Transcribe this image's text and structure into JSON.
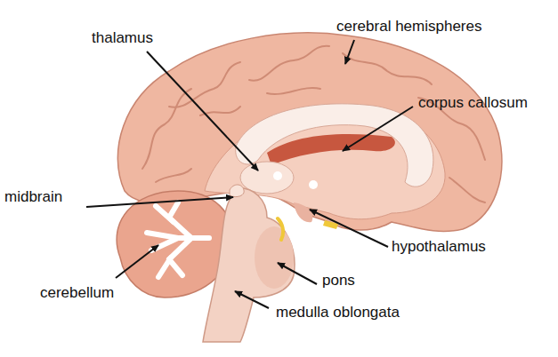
{
  "diagram": {
    "labels": [
      "thalamus",
      "cerebral hemispheres",
      "corpus callosum",
      "midbrain",
      "hypothalamus",
      "pons",
      "cerebellum",
      "medulla oblongata"
    ]
  }
}
